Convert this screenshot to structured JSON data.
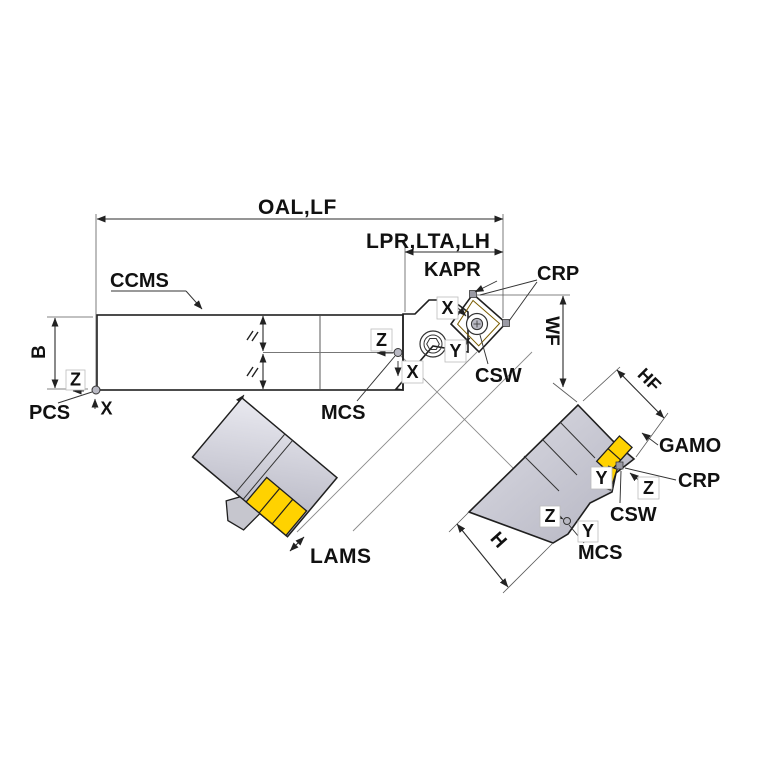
{
  "labels": {
    "oal_lf": "OAL,LF",
    "lpr_lta_lh": "LPR,LTA,LH",
    "kapr": "KAPR",
    "crp": "CRP",
    "ccms": "CCMS",
    "csw": "CSW",
    "wf": "WF",
    "mcs": "MCS",
    "pcs": "PCS",
    "b": "B",
    "gamo": "GAMO",
    "lams": "LAMS",
    "h": "H",
    "hf": "HF",
    "x": "X",
    "y": "Y",
    "z": "Z"
  },
  "colors": {
    "body": "#c6c6ce",
    "insert": "#ffd200",
    "marker": "#9a9aa4",
    "marker_fill": "#b9b9c3",
    "outline": "#1f1f1f"
  }
}
